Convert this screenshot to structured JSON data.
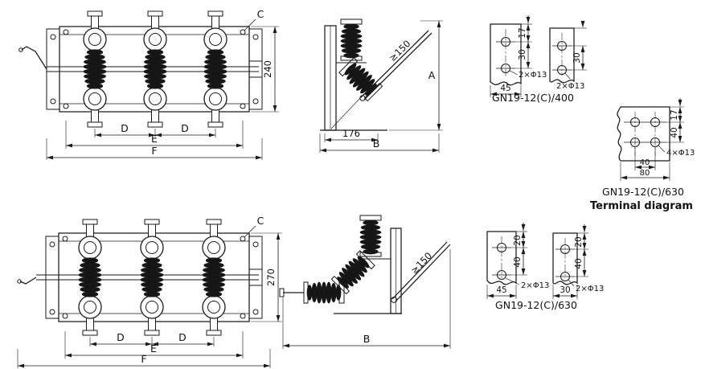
{
  "drawing": {
    "front_top": {
      "label_c": "C",
      "dim_height": "240",
      "dim_d": "D",
      "dim_e": "E",
      "dim_f": "F"
    },
    "side_top": {
      "dim_ge150": "≥150",
      "dim_a": "A",
      "dim_176": "176",
      "dim_b": "B"
    },
    "terminal_400": {
      "plate1": {
        "dim_17": "17",
        "dim_30": "30",
        "dim_45": "45",
        "holes": "2×Φ13"
      },
      "plate2": {
        "dim_30": "30",
        "holes": "2×Φ13"
      },
      "caption": "GN19-12(C)/400"
    },
    "terminal_630_right": {
      "dim_17": "17",
      "dim_40_v": "40",
      "dim_40_h": "40",
      "dim_80": "80",
      "holes": "4×Φ13",
      "caption": "GN19-12(C)/630",
      "subcaption": "Terminal diagram"
    },
    "front_bottom": {
      "label_c": "C",
      "dim_height": "270",
      "dim_d": "D",
      "dim_e": "E",
      "dim_f": "F"
    },
    "side_bottom": {
      "dim_ge150": "≥150",
      "dim_b": "B"
    },
    "terminal_630_bottom": {
      "plate1": {
        "dim_20": "20",
        "dim_40": "40",
        "dim_45": "45",
        "holes": "2×Φ13"
      },
      "plate2": {
        "dim_20": "20",
        "dim_40": "40",
        "dim_30": "30",
        "holes": "2×Φ13"
      },
      "caption": "GN19-12(C)/630"
    }
  },
  "colors": {
    "line": "#1a1a1a",
    "insulator": "#161616",
    "background": "#ffffff"
  }
}
